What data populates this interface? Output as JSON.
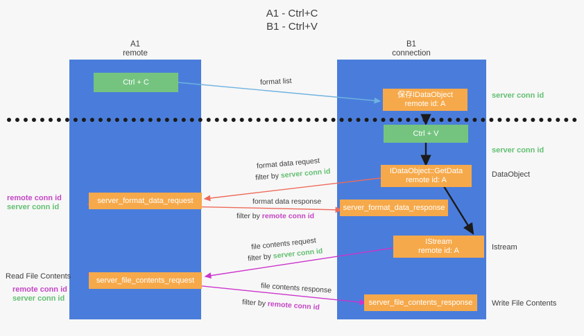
{
  "title": "A1 - Ctrl+C\nB1 - Ctrl+V",
  "lanes": {
    "left": {
      "name": "A1",
      "role": "remote"
    },
    "right": {
      "name": "B1",
      "role": "connection"
    }
  },
  "colors": {
    "lane": "#4a7ddb",
    "green_box": "#74c480",
    "orange_box": "#f6a94a",
    "server_conn": "#63bf72",
    "remote_conn": "#c446c4",
    "divider": "#1b1b1b",
    "arrow_blue": "#6fb3e0",
    "arrow_red": "#ef6a5a",
    "arrow_magenta": "#cc33cc",
    "arrow_black": "#1b1b1b"
  },
  "boxes": {
    "ctrl_c": "Ctrl + C",
    "ctrl_v": "Ctrl + V",
    "idataobject": "保存IDataObject\nremote id: A",
    "getdata": "IDataObject::GetData\nremote id: A",
    "istream": "IStream\nremote id: A",
    "fmt_req": "server_format_data_request",
    "fmt_res": "server_format_data_response",
    "file_req": "server_file_contents_request",
    "file_res": "server_file_contents_response"
  },
  "edges": {
    "format_list": "format list",
    "fmt_req_l1": "format data request",
    "fmt_req_filter_pre": "filter by ",
    "fmt_req_filter_val": "server conn id",
    "fmt_res_l1": "format data response",
    "fmt_res_filter_pre": "filter by ",
    "fmt_res_filter_val": "remote conn id",
    "file_req_l1": "file contents request",
    "file_req_filter_pre": "filter by ",
    "file_req_filter_val": "server conn id",
    "file_res_l1": "file contents response",
    "file_res_filter_pre": "filter by ",
    "file_res_filter_val": "remote conn id"
  },
  "right_labels": {
    "server_conn_top": "server conn id",
    "server_conn_mid": "server conn id",
    "dataobject": "DataObject",
    "istream": "Istream",
    "write_file": "Write File Contents"
  },
  "left_labels": {
    "remote_conn_1": "remote conn id",
    "server_conn_1": "server conn id",
    "read_file": "Read File Contents",
    "remote_conn_2": "remote conn id",
    "server_conn_2": "server conn id"
  }
}
